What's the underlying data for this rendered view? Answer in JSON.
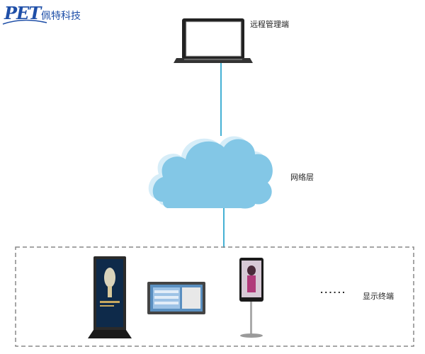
{
  "logo": {
    "mark": "PET",
    "company": "佩特科技"
  },
  "labels": {
    "remote": "远程管理端",
    "network": "网络层",
    "terminals": "显示终端",
    "ellipsis": "......"
  },
  "colors": {
    "cloud": "#83c7e6",
    "connector": "#45b1d4",
    "dashed_border": "#888888",
    "brand": "#1f4fa8"
  },
  "icons": [
    "laptop-icon",
    "cloud-icon",
    "floor-kiosk-icon",
    "wall-mounted-screen-icon",
    "standing-poster-screen-icon"
  ]
}
